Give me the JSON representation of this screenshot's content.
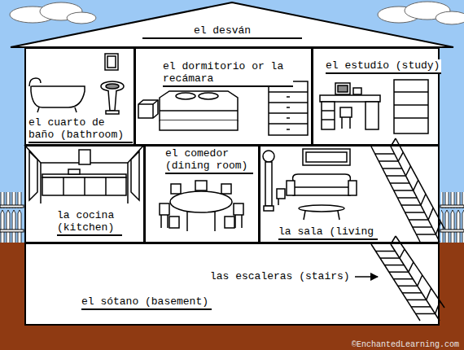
{
  "diagram": {
    "nodes": [
      {
        "text": [
          "el desván"
        ]
      },
      {
        "text": [
          "el cuarto de baño (bathroom)"
        ]
      },
      {
        "text": [
          "el dormitorio or la recámara"
        ]
      },
      {
        "text": [
          "el estudio (study)"
        ]
      },
      {
        "text": [
          "la cocina (kitchen)"
        ]
      },
      {
        "text": [
          "el comedor (dining room)"
        ]
      },
      {
        "text": [
          "la sala (living"
        ]
      },
      {
        "text": [
          "el sótano (basement)"
        ]
      }
    ],
    "labels": [
      "las escaleras (stairs)",
      "©EnchantedLearning.com"
    ]
  }
}
